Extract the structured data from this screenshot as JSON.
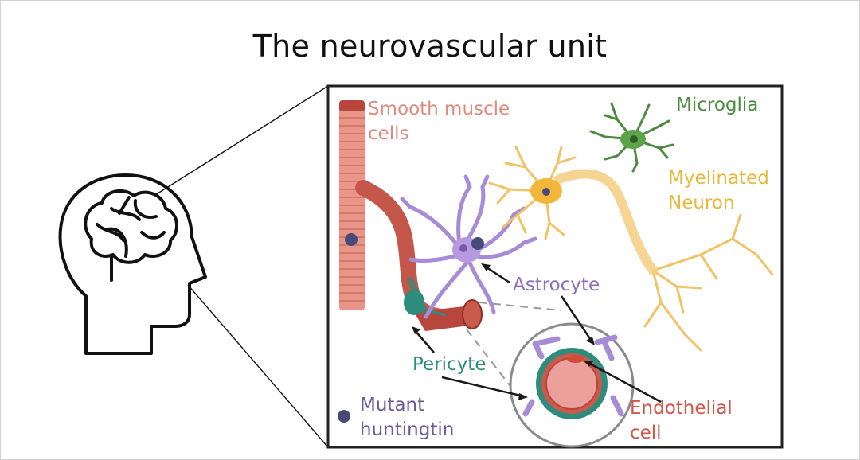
{
  "title": "The neurovascular unit",
  "labels": {
    "smooth_muscle": "Smooth muscle cells",
    "microglia": "Microglia",
    "myelinated_neuron": "Myelinated Neuron",
    "astrocyte": "Astrocyte",
    "pericyte": "Pericyte",
    "mutant_huntingtin": "Mutant huntingtin",
    "endothelial_cell": "Endothelial cell"
  },
  "icons": [
    "head-brain-icon",
    "mutant-huntingtin-dot-icon"
  ],
  "colors": {
    "smooth_muscle": "#e08a7e",
    "microglia": "#4c8a3e",
    "neuron": "#e8b83d",
    "astrocyte": "#8a6fb8",
    "pericyte": "#2e8c7c",
    "mutant_huntingtin": "#4a4a7a",
    "endothelial": "#d2574a"
  }
}
